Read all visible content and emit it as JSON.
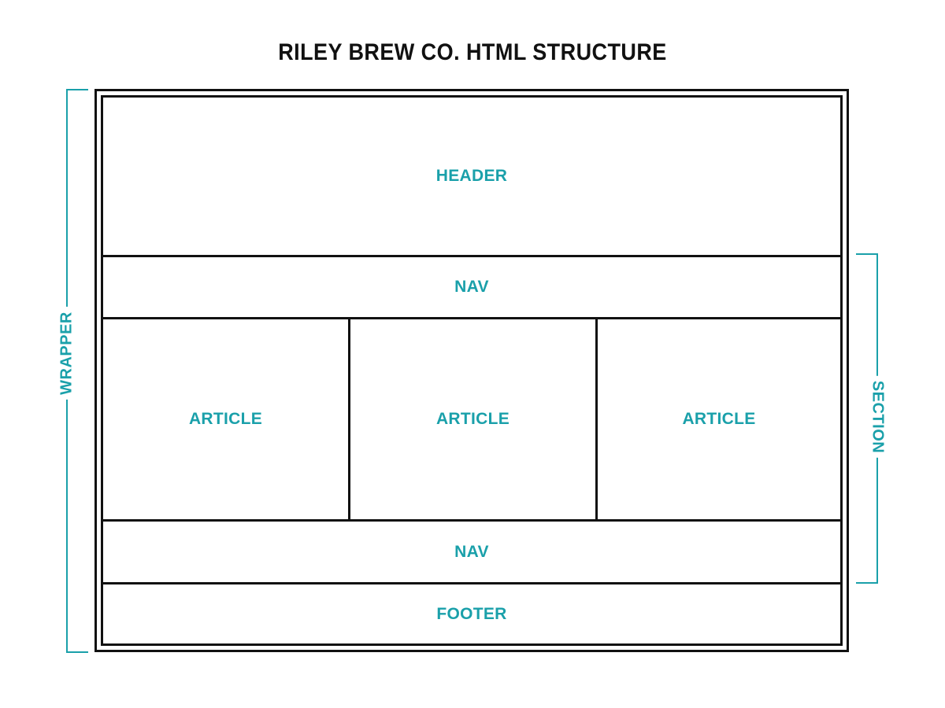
{
  "title": "RILEY BREW CO. HTML STRUCTURE",
  "colors": {
    "accent": "#1aa0aa",
    "line": "#111111",
    "background": "#ffffff"
  },
  "blocks": {
    "header": "HEADER",
    "nav_top": "NAV",
    "articles": [
      "ARTICLE",
      "ARTICLE",
      "ARTICLE"
    ],
    "nav_bottom": "NAV",
    "footer": "FOOTER"
  },
  "brackets": {
    "wrapper": "WRAPPER",
    "section": "SECTION"
  }
}
